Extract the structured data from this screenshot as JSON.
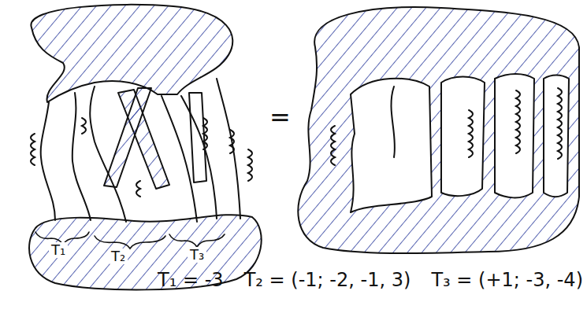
{
  "diagram": {
    "labels": [
      "T₁",
      "T₂",
      "T₃",
      "=",
      "T₁ = -3",
      "T₂ = (-1; -2, -1, 3)",
      "T₃ = (+1; -3, -4)"
    ]
  }
}
